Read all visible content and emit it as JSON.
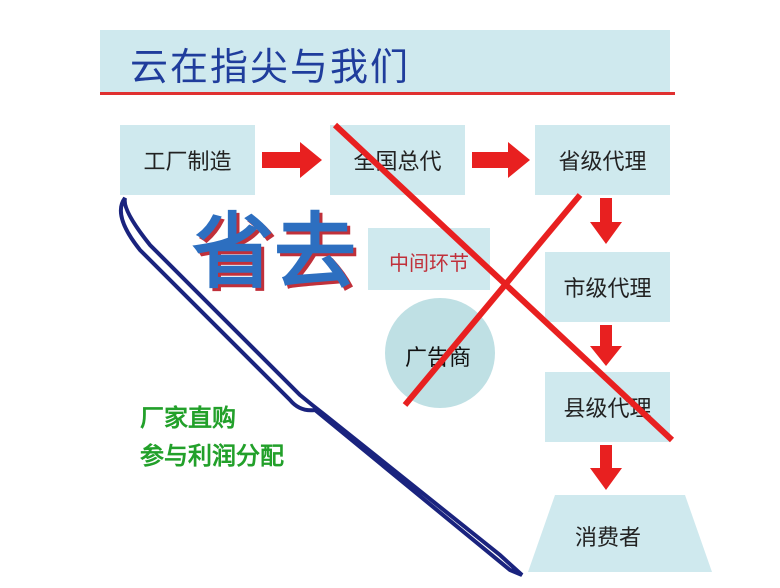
{
  "title": "云在指尖与我们",
  "chain": {
    "factory": "工厂制造",
    "national": "全国总代",
    "provincial": "省级代理",
    "city": "市级代理",
    "county": "县级代理",
    "consumer": "消费者"
  },
  "middle": {
    "label": "中间环节",
    "omit": "省去",
    "advertiser": "广告商"
  },
  "direct": {
    "line1": "厂家直购",
    "line2": "参与利润分配"
  },
  "colors": {
    "arrow": "#e82020",
    "box": "#cfe9ee",
    "brace": "#1a237e",
    "title": "#1f3d9c",
    "green": "#22a02a"
  }
}
